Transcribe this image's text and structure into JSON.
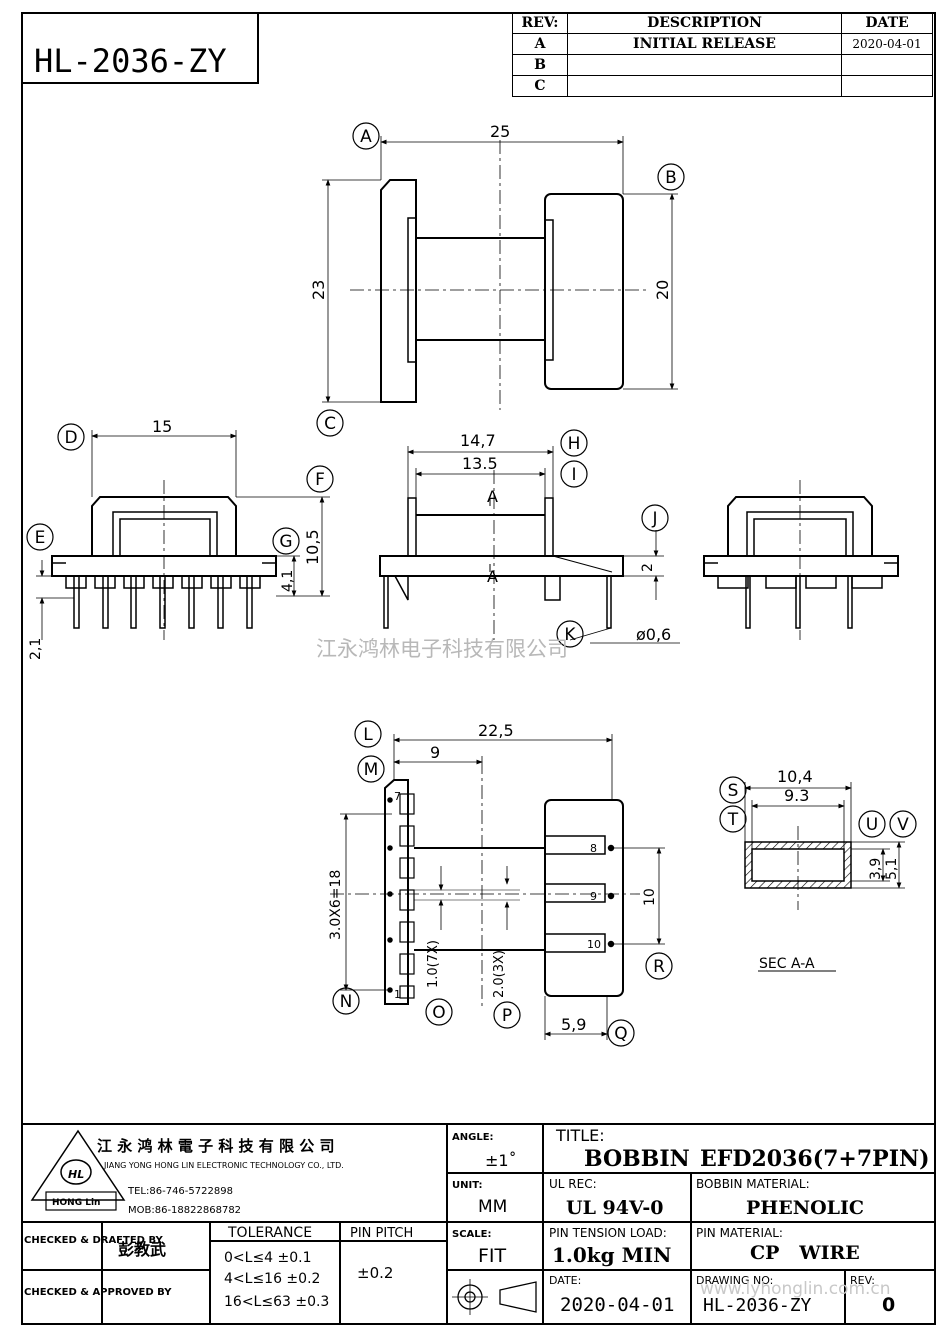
{
  "part_number": "HL-2036-ZY",
  "revision_table": {
    "headers": [
      "REV:",
      "DESCRIPTION",
      "DATE"
    ],
    "rows": [
      {
        "rev": "A",
        "description": "INITIAL RELEASE",
        "date": "2020-04-01"
      },
      {
        "rev": "B",
        "description": "",
        "date": ""
      },
      {
        "rev": "C",
        "description": "",
        "date": ""
      }
    ]
  },
  "dimensions": {
    "top_width": "25",
    "top_height_left": "23",
    "top_height_right": "20",
    "side_width": "15",
    "side_height": "10,5",
    "side_step": "4,1",
    "side_pin": "2,1",
    "front_outer": "14,7",
    "front_inner": "13.5",
    "front_slot": "2",
    "pin_dia": "ø0,6",
    "section_label": "A",
    "bottom_total": "22,5",
    "bottom_offset": "9",
    "bottom_pitch_total": "3.0X6=18",
    "bottom_right_span": "10",
    "bottom_pin_pitch_left": "1.0(7X)",
    "bottom_pin_pitch_right": "2.0(3X)",
    "bottom_right_depth": "5,9",
    "sec_outer": "10,4",
    "sec_inner": "9.3",
    "sec_h_inner": "3,9",
    "sec_h_outer": "5,1",
    "sec_title": "SEC A-A"
  },
  "callouts": [
    "A",
    "B",
    "C",
    "D",
    "E",
    "F",
    "G",
    "H",
    "I",
    "J",
    "K",
    "L",
    "M",
    "N",
    "O",
    "P",
    "Q",
    "R",
    "S",
    "T",
    "U",
    "V"
  ],
  "pin_numbers": {
    "left_top": "7",
    "left_bottom": "1",
    "right": [
      "8",
      "9",
      "10"
    ]
  },
  "watermark": "江永鸿林电子科技有限公司",
  "company": {
    "name_cn": "江 永 鸿 林 電 子 科 技 有 限 公 司",
    "name_en": "JIANG YONG HONG LIN ELECTRONIC TECHNOLOGY CO., LTD.",
    "tel": "TEL:86-746-5722898",
    "mob": "MOB:86-18822868782",
    "logo_text": "HL",
    "logo_sub": "HONG Lin"
  },
  "title_block": {
    "checked_drafted_label": "CHECKED & DRAFTED BY",
    "checked_drafted_value": "彭教武",
    "checked_approved_label": "CHECKED & APPROVED BY",
    "tolerance_label": "TOLERANCE",
    "tolerance_rows": [
      "0<L≤4  ±0.1",
      "4<L≤16 ±0.2",
      "16<L≤63 ±0.3"
    ],
    "pin_pitch_label": "PIN PITCH",
    "pin_pitch_value": "±0.2",
    "angle_label": "ANGLE:",
    "angle_value": "±1˚",
    "unit_label": "UNIT:",
    "unit_value": "MM",
    "scale_label": "SCALE:",
    "scale_value": "FIT",
    "title_label": "TITLE:",
    "title_value_1": "BOBBIN",
    "title_value_2": "EFD2036(7+7PIN)",
    "ul_label": "UL REC:",
    "ul_value": "UL 94V-0",
    "bobbin_material_label": "BOBBIN MATERIAL:",
    "bobbin_material_value": "PHENOLIC",
    "pin_tension_label": "PIN TENSION LOAD:",
    "pin_tension_value": "1.0kg MIN",
    "pin_material_label": "PIN MATERIAL:",
    "pin_material_value": "CP   WIRE",
    "date_label": "DATE:",
    "date_value": "2020-04-01",
    "drawing_no_label": "DRAWING NO:",
    "drawing_no_value": "HL-2036-ZY",
    "rev_label": "REV:",
    "rev_value": "0",
    "website": "www.lyhonglin.com.cn"
  }
}
